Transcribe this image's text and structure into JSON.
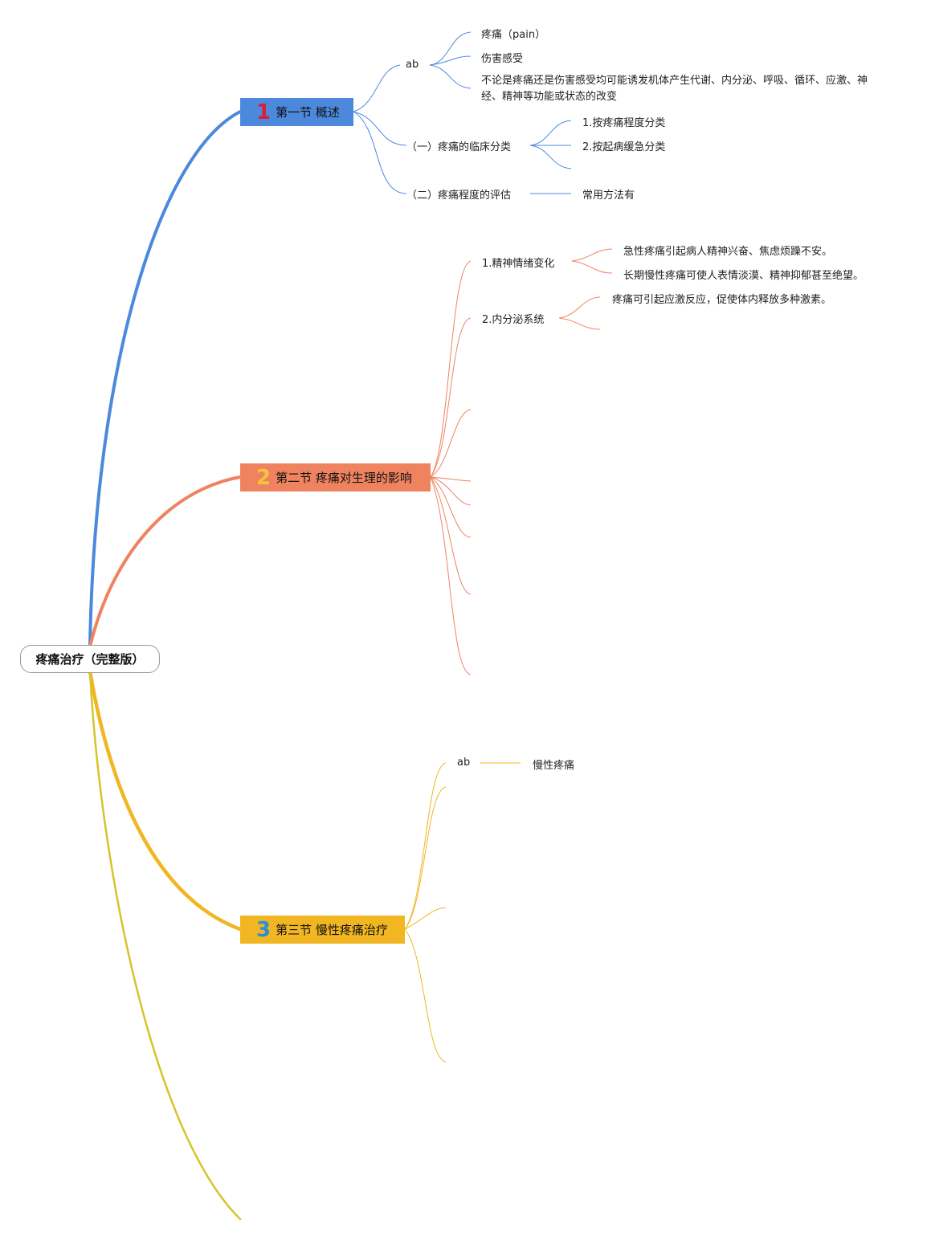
{
  "root": {
    "label": "疼痛治疗（完整版）"
  },
  "section1": {
    "number": "1",
    "title": "第一节 概述",
    "color": "#4c89dc",
    "ab": {
      "label": "ab",
      "items": [
        "疼痛（pain）",
        "伤害感受",
        "不论是疼痛还是伤害感受均可能诱发机体产生代谢、内分泌、呼吸、循环、应激、神经、精神等功能或状态的改变"
      ]
    },
    "clinical": {
      "label": "（一）疼痛的临床分类",
      "items": [
        "1.按疼痛程度分类",
        "2.按起病缓急分类"
      ]
    },
    "assessment": {
      "label": "（二）疼痛程度的评估",
      "items": [
        "常用方法有"
      ]
    }
  },
  "section2": {
    "number": "2",
    "title": "第二节 疼痛对生理的影响",
    "color": "#ef8360",
    "mental": {
      "label": "1.精神情绪变化",
      "items": [
        "急性疼痛引起病人精神兴奋、焦虑烦躁不安。",
        "长期慢性疼痛可使人表情淡漠、精神抑郁甚至绝望。"
      ]
    },
    "endocrine": {
      "label": "2.内分泌系统",
      "items": [
        "疼痛可引起应激反应，促使体内释放多种激素。"
      ]
    }
  },
  "section3": {
    "number": "3",
    "title": "第三节 慢性疼痛治疗",
    "color": "#f1b622",
    "ab": {
      "label": "ab",
      "items": [
        "慢性疼痛"
      ]
    }
  },
  "colors": {
    "branch4": "#d6c42a"
  }
}
